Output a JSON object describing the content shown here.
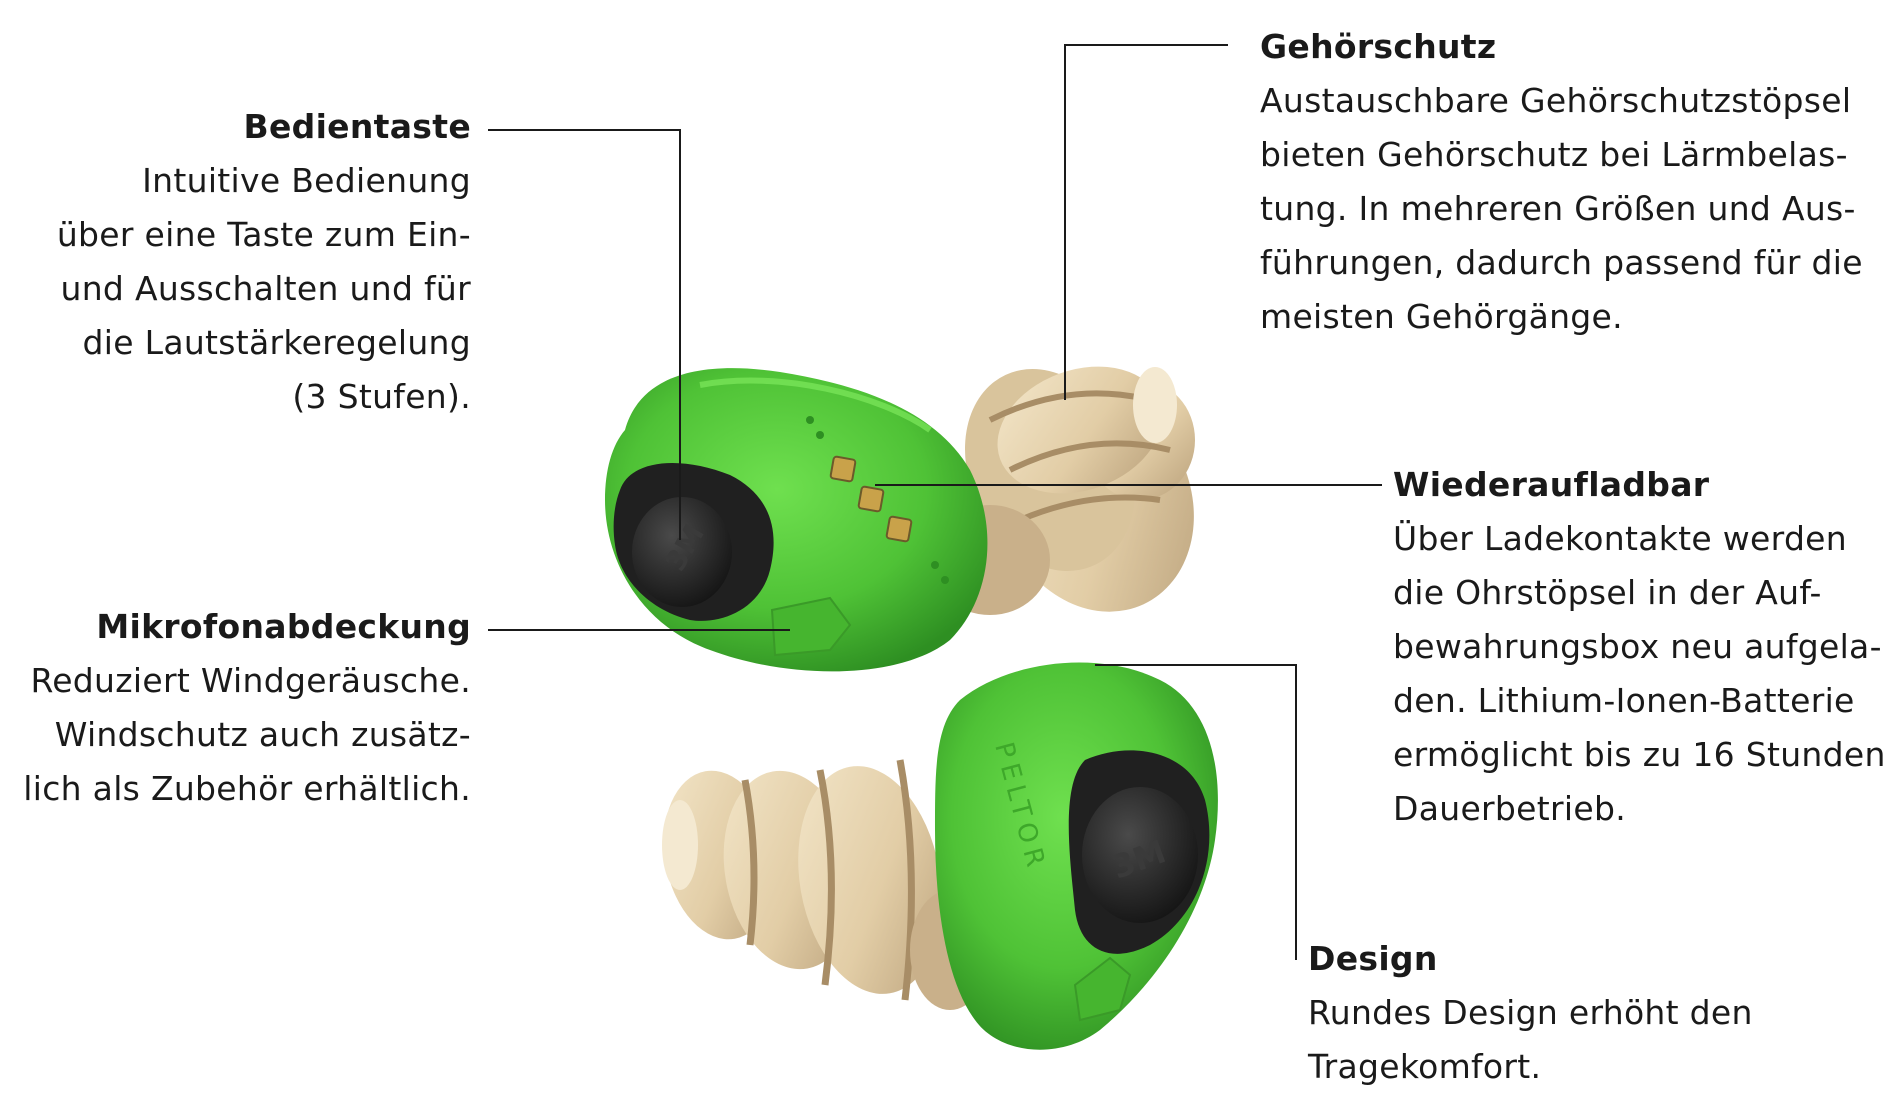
{
  "colors": {
    "shell_green": "#52c83a",
    "shell_green_dark": "#2f8f24",
    "tip_beige": "#e6d3b0",
    "tip_shadow": "#b89f78",
    "button_black": "#262626",
    "contact_gold": "#c9a24a",
    "leader_line": "#1a1a1a"
  },
  "callouts": {
    "bedientaste": {
      "title": "Bedientaste",
      "lines": [
        "Intuitive Bedienung",
        "über eine Taste zum Ein-",
        "und Ausschalten und für",
        "die Lautstärkeregelung",
        "(3 Stufen)."
      ]
    },
    "mikrofonabdeckung": {
      "title": "Mikrofonabdeckung",
      "lines": [
        "Reduziert Windgeräusche.",
        "Windschutz auch zusätz-",
        "lich als Zubehör erhältlich."
      ]
    },
    "gehoerschutz": {
      "title": "Gehörschutz",
      "lines": [
        "Austauschbare Gehörschutzstöpsel",
        "bieten Gehörschutz bei Lärmbelas-",
        "tung. In mehreren Größen und Aus-",
        "führungen, dadurch passend für die",
        "meisten Gehörgänge."
      ]
    },
    "wiederaufladbar": {
      "title": "Wiederaufladbar",
      "lines": [
        "Über Ladekontakte werden",
        "die Ohrstöpsel in der Auf-",
        "bewahrungsbox neu aufgela-",
        "den. Lithium-Ionen-Batterie",
        "ermöglicht bis zu 16 Stunden",
        "Dauerbetrieb."
      ]
    },
    "design": {
      "title": "Design",
      "lines": [
        "Rundes Design erhöht den",
        "Tragekomfort."
      ]
    }
  },
  "product_marks": {
    "logo": "3M",
    "brand_embossing": "PELTOR"
  }
}
